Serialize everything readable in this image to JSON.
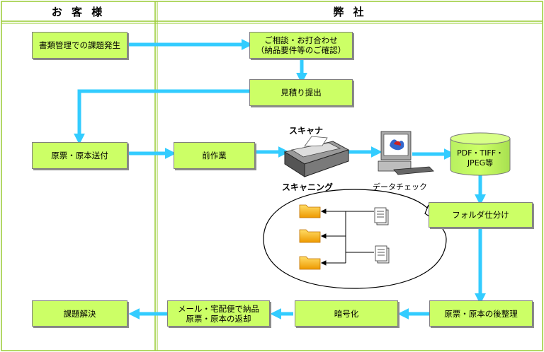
{
  "lanes": {
    "customer_header": "お 客 様",
    "company_header": "弊 社"
  },
  "steps": {
    "s1": "書類管理での課題発生",
    "s2": "ご相談・お打合わせ\n（納品要件等のご確認）",
    "s3": "見積り提出",
    "s4": "原票・原本送付",
    "s5": "前作業",
    "s6": "PDF・TIFF・\nJPEG等",
    "s7": "フォルダ仕分け",
    "s8": "原票・原本の後整理",
    "s9": "暗号化",
    "s10": "メール・宅配便で納品\n原票・原本の返却",
    "s11": "課題解決"
  },
  "labels": {
    "scanner_title": "スキャナ",
    "scanning": "スキャニング",
    "data_check": "データチェック"
  },
  "colors": {
    "box_fill": "#ccff66",
    "arrow": "#33ccff",
    "lane_border": "#99cc33"
  }
}
